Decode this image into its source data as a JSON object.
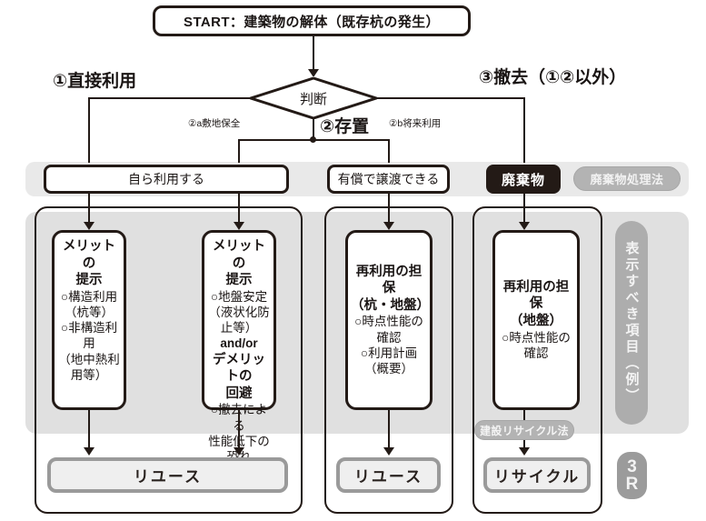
{
  "title_box": {
    "label": "START：建築物の解体（既存杭の発生）"
  },
  "decision": {
    "label": "判断"
  },
  "branches": {
    "left_big": "①直接利用",
    "middle_big": "②存置",
    "right_big": "③撤去（①②以外）",
    "middle_left_small": "②a敷地保全",
    "middle_right_small": "②b将来利用"
  },
  "route_boxes": [
    {
      "label": "自ら利用する",
      "style": "outlined"
    },
    {
      "label": "有償で譲渡できる",
      "style": "outlined"
    },
    {
      "label": "廃棄物",
      "style": "filled-black"
    }
  ],
  "law_tags": {
    "waste_law": "廃棄物処理法",
    "construction_recycle_law": "建設リサイクル法"
  },
  "cards": [
    {
      "heading": "メリットの\n提示",
      "lines": [
        "○構造利用",
        "（杭等）",
        "○非構造利用",
        "（地中熱利",
        "用等）"
      ]
    },
    {
      "heading": "メリットの\n提示",
      "lines": [
        "○地盤安定",
        "（液状化防",
        "止等）"
      ],
      "connector": "and/or",
      "heading2": "デメリットの\n回避",
      "lines2": [
        "○撤去による",
        "性能低下の",
        "恐れ"
      ]
    },
    {
      "heading": "再利用の担保\n（杭・地盤）",
      "lines": [
        "○時点性能の",
        "確認",
        "○利用計画",
        "（概要）"
      ]
    },
    {
      "heading": "再利用の担保\n（地盤）",
      "lines": [
        "○時点性能の",
        "確認"
      ]
    }
  ],
  "results": [
    {
      "label": "リユース"
    },
    {
      "label": "リユース"
    },
    {
      "label": "リサイクル"
    }
  ],
  "side_labels": {
    "display_items": "表示すべき項目（例）",
    "three_r_top": "3",
    "three_r_bottom": "R"
  },
  "colors": {
    "ink": "#231a16",
    "band_gray": "#e9e9e9",
    "band_gray_lower": "#e0e0e0",
    "pill_gray": "#b3b3b3",
    "result_border": "#9a9a9a",
    "result_fill": "#efefef"
  }
}
